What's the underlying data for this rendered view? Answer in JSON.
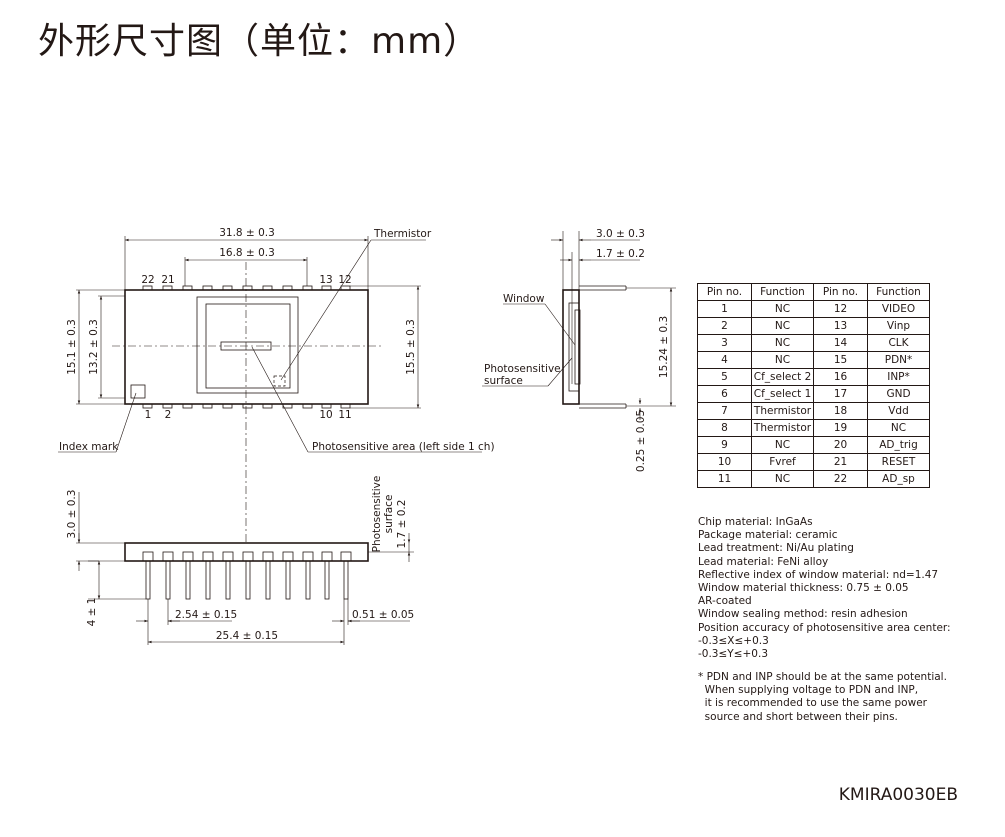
{
  "title": "外形尺寸图（单位：mm）",
  "drawing_code": "KMIRA0030EB",
  "top_view": {
    "width_dim": "31.8 ± 0.3",
    "pin_span_dim": "16.8 ± 0.3",
    "thermistor_label": "Thermistor",
    "height_outer_dim": "15.1 ± 0.3",
    "height_inner_dim": "13.2 ± 0.3",
    "height_right_dim": "15.5 ± 0.3",
    "pin_labels_top": [
      "22",
      "21",
      "13",
      "12"
    ],
    "pin_labels_bottom": [
      "1",
      "2",
      "10",
      "11"
    ],
    "index_mark_label": "Index mark",
    "photosensitive_area_label": "Photosensitive area (left side 1 ch)"
  },
  "side_view": {
    "depth_dim": "3.0 ± 0.3",
    "window_depth_dim": "1.7 ± 0.2",
    "window_label": "Window",
    "surface_label_line1": "Photosensitive",
    "surface_label_line2": "surface",
    "height_dim": "15.24 ± 0.3",
    "lead_dim": "0.25 ± 0.05"
  },
  "front_view": {
    "height_dim": "3.0 ± 0.3",
    "lead_length_dim": "4 ± 1",
    "surface_label_line1": "Photosensitive",
    "surface_label_line2": "surface",
    "surface_dim": "1.7 ± 0.2",
    "pitch_dim": "2.54 ± 0.15",
    "lead_width_dim": "0.51 ± 0.05",
    "span_dim": "25.4 ± 0.15"
  },
  "pin_table": {
    "headers": [
      "Pin no.",
      "Function",
      "Pin no.",
      "Function"
    ],
    "rows": [
      [
        "1",
        "NC",
        "12",
        "VIDEO"
      ],
      [
        "2",
        "NC",
        "13",
        "Vinp"
      ],
      [
        "3",
        "NC",
        "14",
        "CLK"
      ],
      [
        "4",
        "NC",
        "15",
        "PDN*"
      ],
      [
        "5",
        "Cf_select 2",
        "16",
        "INP*"
      ],
      [
        "6",
        "Cf_select 1",
        "17",
        "GND"
      ],
      [
        "7",
        "Thermistor",
        "18",
        "Vdd"
      ],
      [
        "8",
        "Thermistor",
        "19",
        "NC"
      ],
      [
        "9",
        "NC",
        "20",
        "AD_trig"
      ],
      [
        "10",
        "Fvref",
        "21",
        "RESET"
      ],
      [
        "11",
        "NC",
        "22",
        "AD_sp"
      ]
    ]
  },
  "notes": [
    "Chip material: InGaAs",
    "Package material: ceramic",
    "Lead treatment: Ni/Au plating",
    "Lead material: FeNi alloy",
    "Reflective index of window material: nd=1.47",
    "Window material thickness: 0.75 ± 0.05",
    "AR-coated",
    "Window sealing method: resin adhesion",
    "Position accuracy of photosensitive area center:",
    "-0.3≤X≤+0.3",
    "-0.3≤Y≤+0.3"
  ],
  "footnote": [
    "* PDN and INP should be at the same potential.",
    "  When supplying voltage to PDN and INP,",
    "  it is recommended to use the same power",
    "  source and short between their pins."
  ]
}
